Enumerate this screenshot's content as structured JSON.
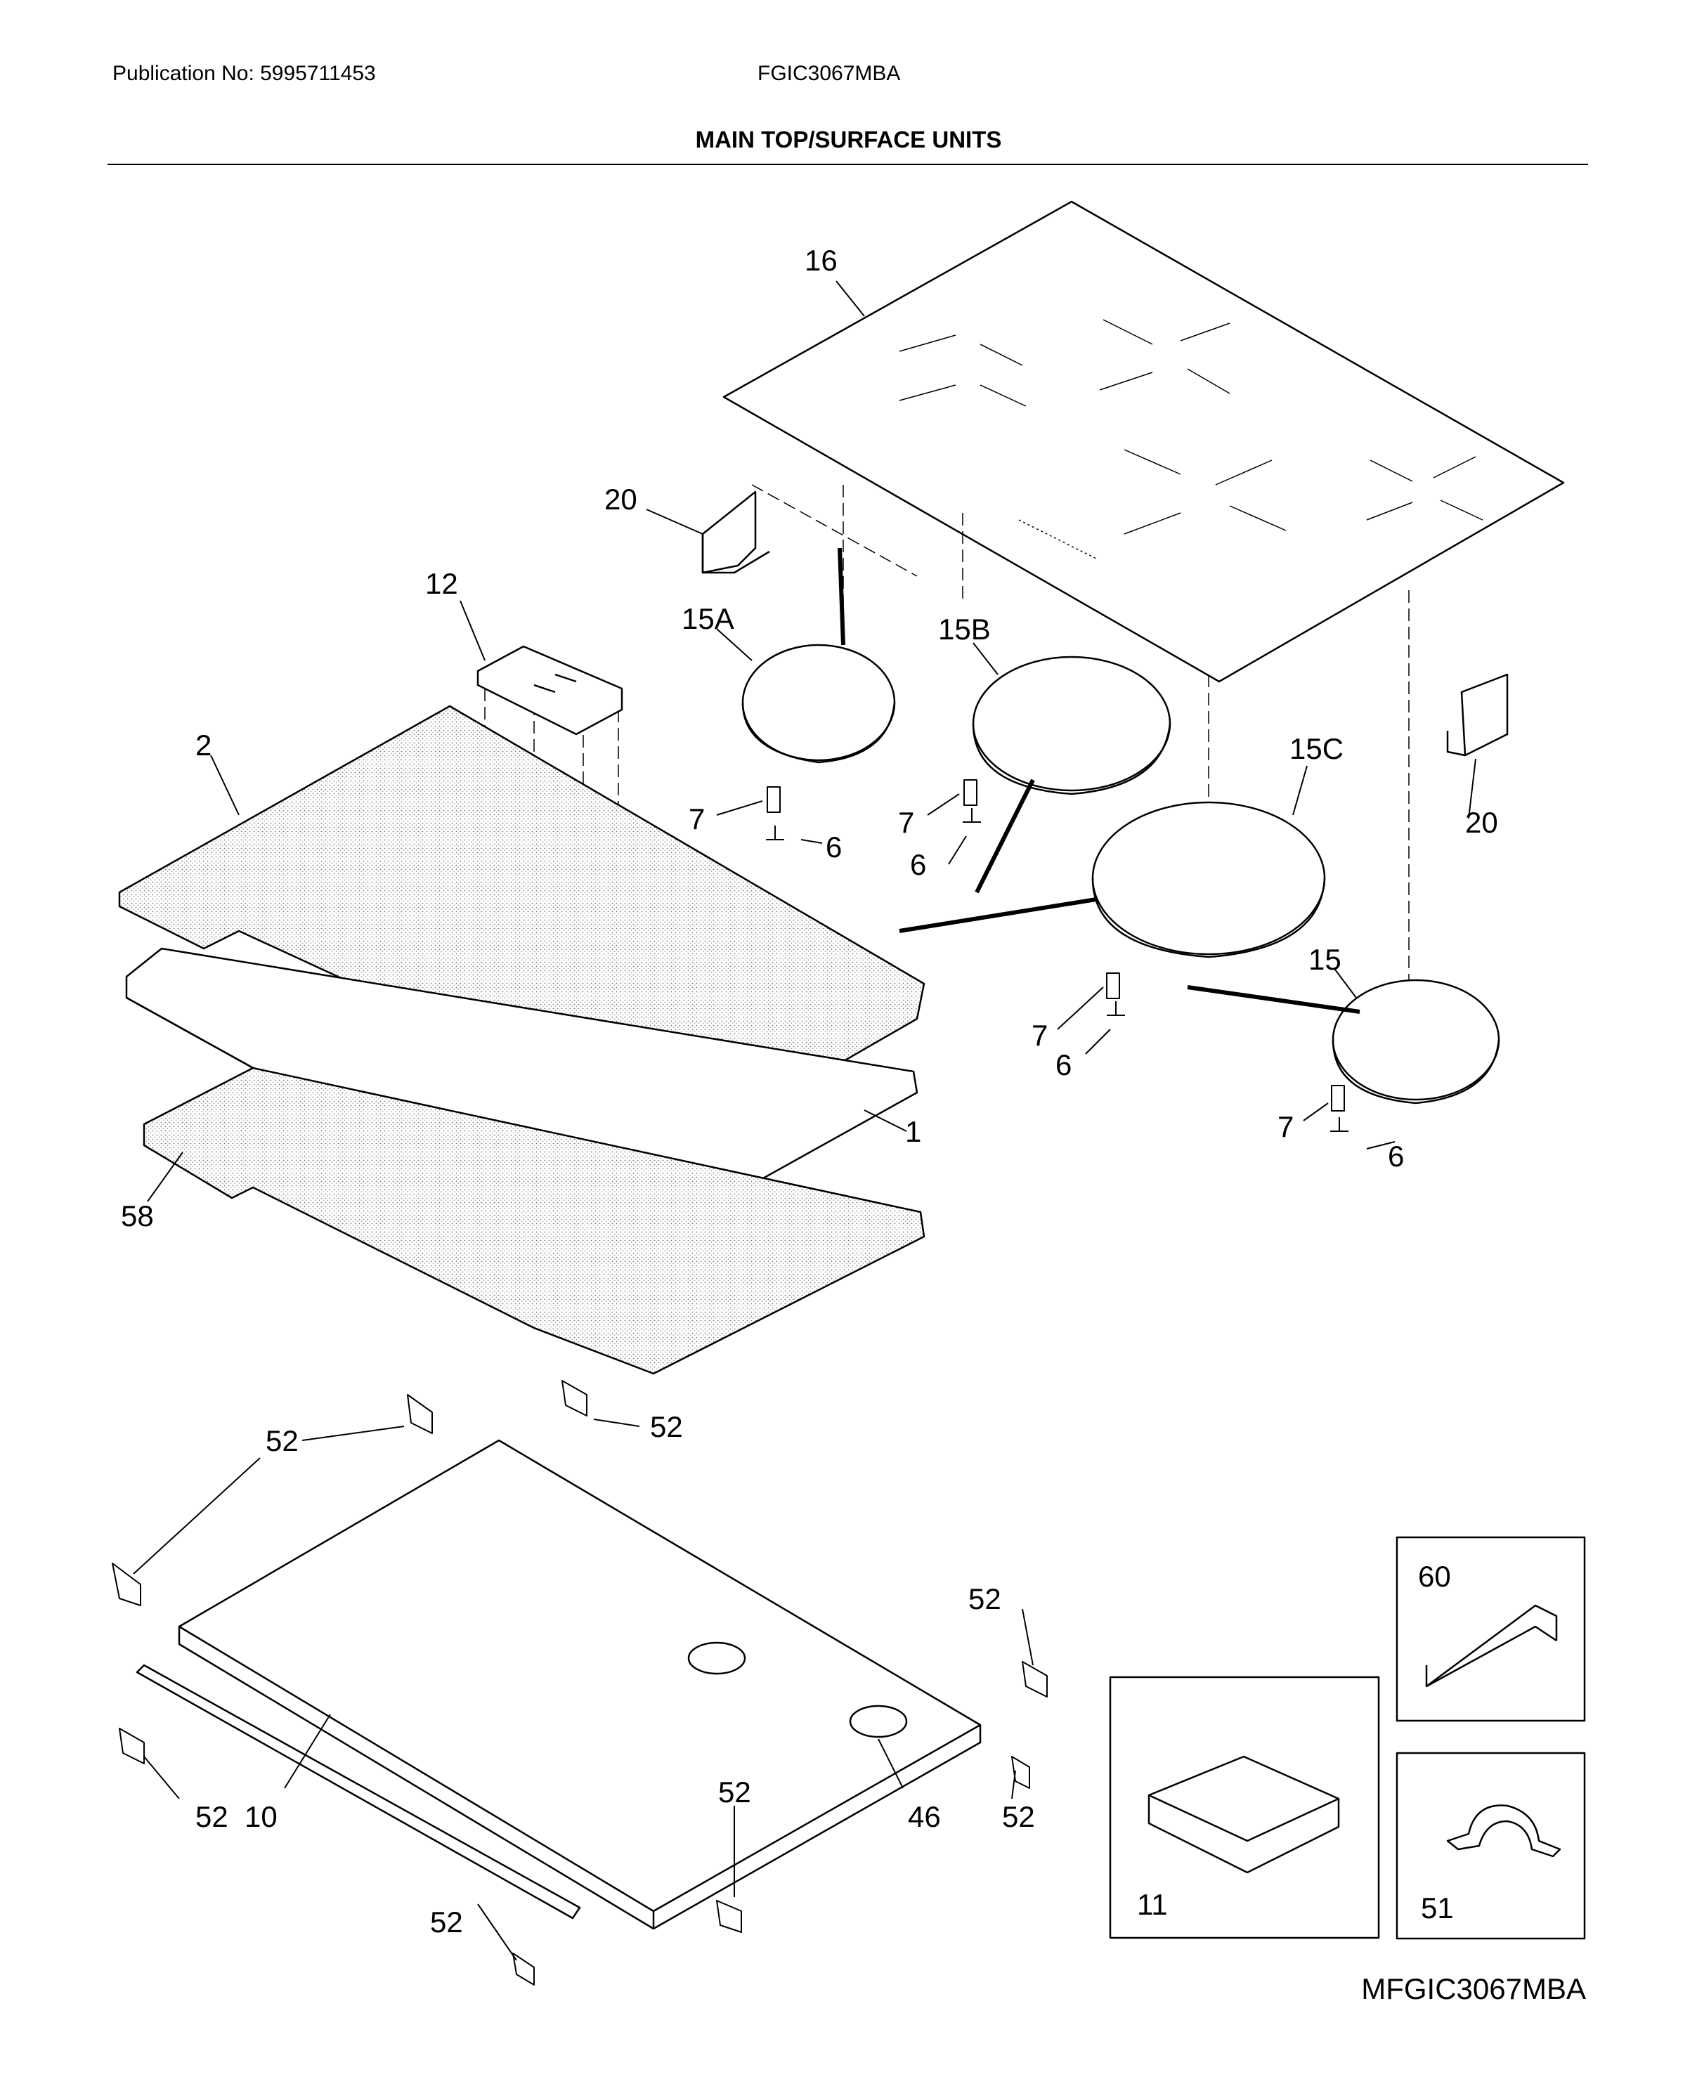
{
  "header": {
    "publication": "Publication No: 5995711453",
    "model": "FGIC3067MBA",
    "title": "MAIN TOP/SURFACE UNITS"
  },
  "labels": {
    "p16": "16",
    "p20a": "20",
    "p20b": "20",
    "p12": "12",
    "p15a": "15A",
    "p15b": "15B",
    "p15c": "15C",
    "p15": "15",
    "p2": "2",
    "p1": "1",
    "p58": "58",
    "p7a": "7",
    "p6a": "6",
    "p7b": "7",
    "p6b": "6",
    "p7c": "7",
    "p6c": "6",
    "p7d": "7",
    "p6d": "6",
    "p52a": "52",
    "p52b": "52",
    "p52c": "52",
    "p52d": "52",
    "p52e": "52",
    "p52f": "52",
    "p52g": "52",
    "p10": "10",
    "p46": "46",
    "p60": "60",
    "p11": "11",
    "p51": "51"
  },
  "footer": {
    "diagram_code": "MFGIC3067MBA"
  }
}
